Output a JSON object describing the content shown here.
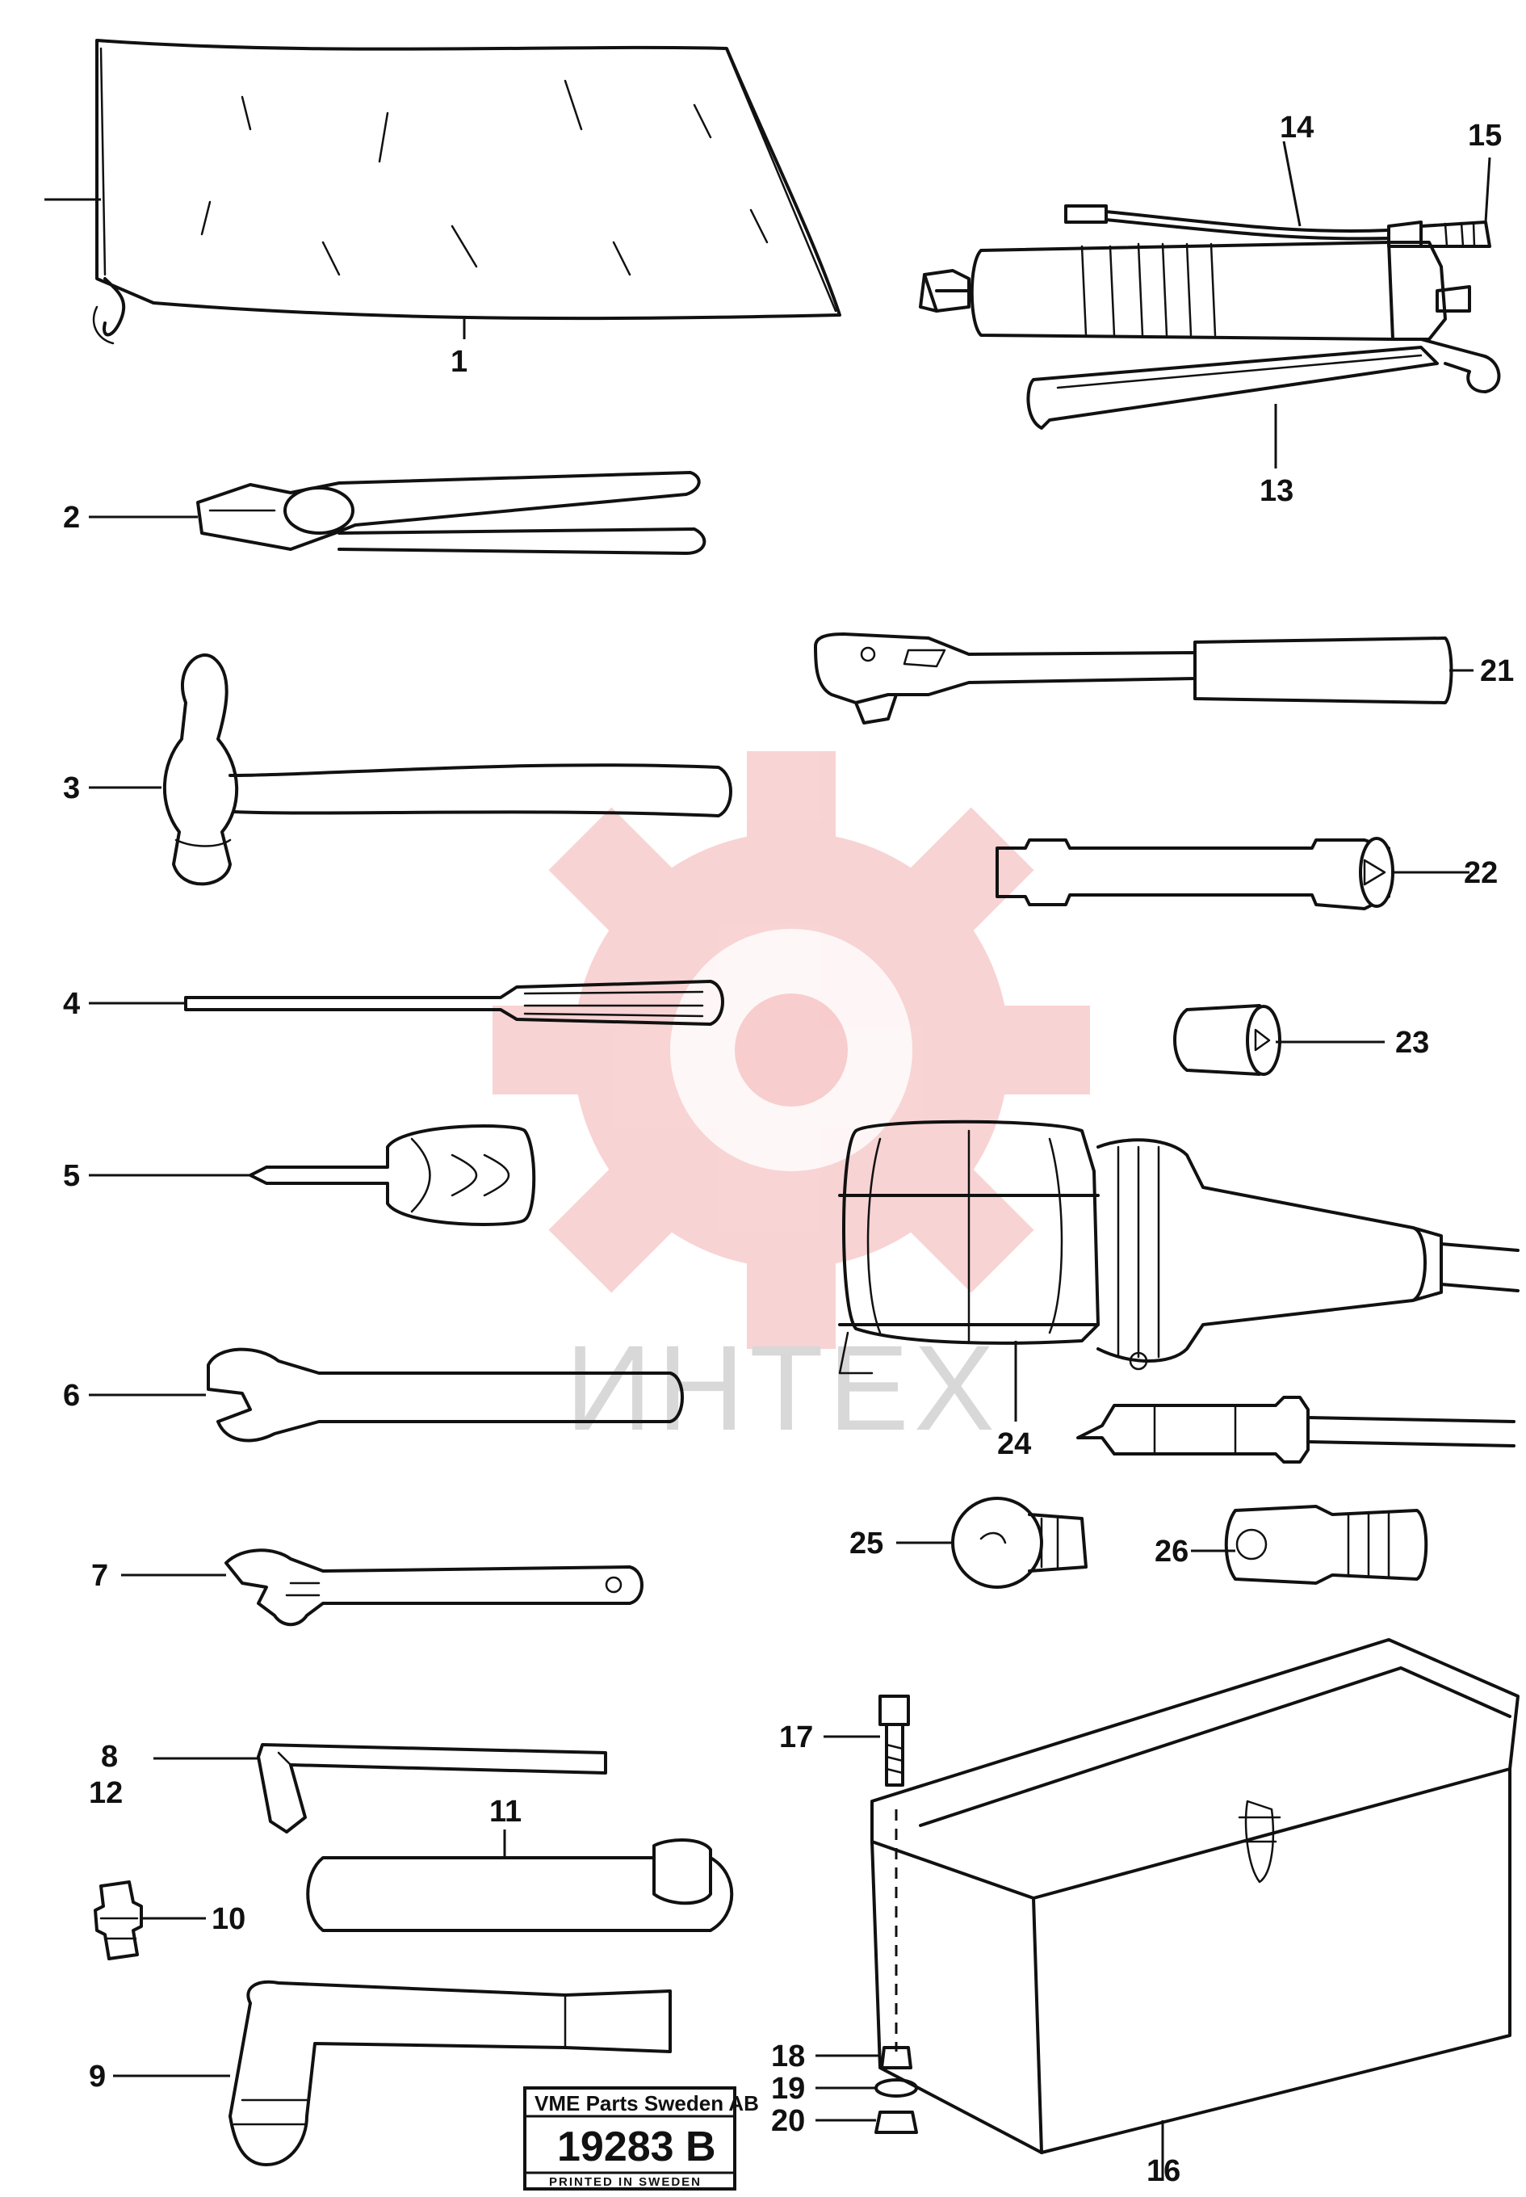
{
  "callouts": {
    "c1": "1",
    "c2": "2",
    "c3": "3",
    "c4": "4",
    "c5": "5",
    "c6": "6",
    "c7": "7",
    "c8": "8",
    "c9": "9",
    "c10": "10",
    "c11": "11",
    "c12": "12",
    "c13": "13",
    "c14": "14",
    "c15": "15",
    "c16": "16",
    "c17": "17",
    "c18": "18",
    "c19": "19",
    "c20": "20",
    "c21": "21",
    "c22": "22",
    "c23": "23",
    "c24": "24",
    "c25": "25",
    "c26": "26"
  },
  "label_box": {
    "company": "VME Parts Sweden AB",
    "drawing_number": "19283 B",
    "printed": "PRINTED IN SWEDEN"
  },
  "watermark": {
    "text": "ИНТЕХ",
    "color": "#f4b0b0"
  },
  "colors": {
    "line": "#111111",
    "background": "#ffffff"
  }
}
